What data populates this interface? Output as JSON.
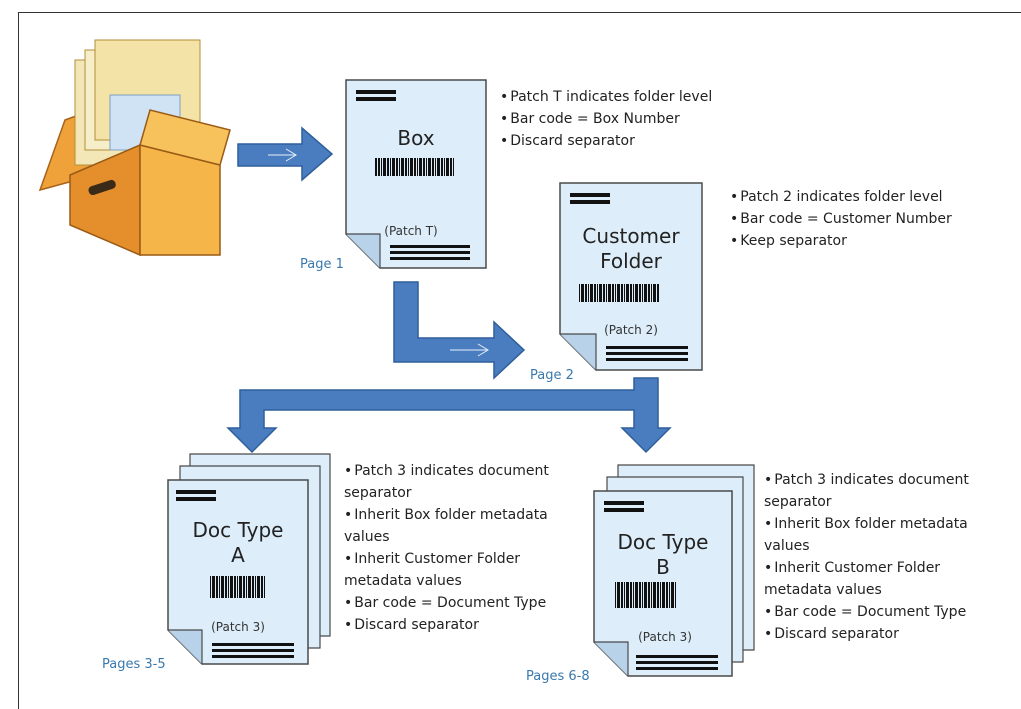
{
  "box_page": {
    "title": "Box",
    "patch": "(Patch T)",
    "page_label": "Page 1",
    "bullets": [
      "Patch T indicates folder level",
      "Bar code = Box Number",
      "Discard separator"
    ]
  },
  "customer_folder_page": {
    "title_line1": "Customer",
    "title_line2": "Folder",
    "patch": "(Patch 2)",
    "page_label": "Page 2",
    "bullets": [
      "Patch 2 indicates folder level",
      "Bar code = Customer Number",
      "Keep separator"
    ]
  },
  "doc_type_a": {
    "title_line1": "Doc Type",
    "title_line2": "A",
    "patch": "(Patch 3)",
    "page_label": "Pages 3-5",
    "bullets": [
      "Patch 3 indicates document",
      "separator",
      "Inherit Box folder metadata",
      "values",
      "Inherit Customer Folder",
      "metadata values",
      "Bar code = Document Type",
      "Discard separator"
    ]
  },
  "doc_type_b": {
    "title_line1": "Doc Type",
    "title_line2": "B",
    "patch": "(Patch 3)",
    "page_label": "Pages 6-8",
    "bullets": [
      "Patch 3 indicates document",
      "separator",
      "Inherit Box folder metadata",
      "values",
      "Inherit Customer Folder",
      "metadata values",
      "Bar code = Document Type",
      "Discard separator"
    ]
  },
  "colors": {
    "page_fill": "#ddeefa",
    "page_stroke": "#4a4a4a",
    "arrow_fill": "#4a7cc0",
    "arrow_stroke": "#2f5f9a",
    "page_label": "#3a78ad",
    "box_orange": "#f2a93b",
    "box_dark": "#d9842a"
  }
}
